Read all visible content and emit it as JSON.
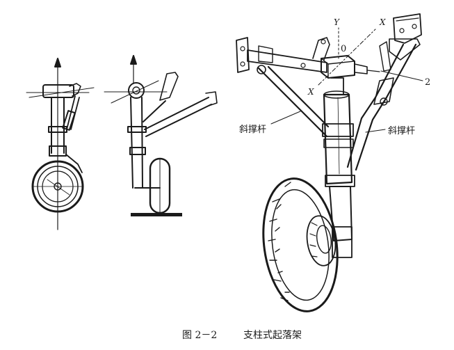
{
  "figure": {
    "caption_number": "图 2－2",
    "caption_title": "支柱式起落架"
  },
  "labels": {
    "axis_y": "Y",
    "axis_x_top": "X",
    "axis_x_bottom": "X",
    "origin": "0",
    "part_2": "2",
    "brace_left": "斜撑杆",
    "brace_right": "斜撑杆"
  },
  "colors": {
    "ink": "#1a1a1a",
    "background": "#ffffff"
  }
}
